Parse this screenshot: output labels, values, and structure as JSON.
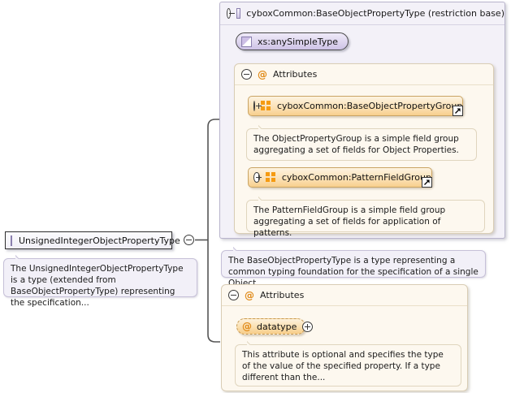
{
  "diagram": {
    "type": "xsd-schema-diagram",
    "root_node": {
      "label": "UnsignedIntegerObjectPropertyType",
      "icon": "complex-type-icon",
      "toggle": "collapse-minus-icon",
      "documentation": "The UnsignedIntegerObjectPropertyType is a type (extended from BaseObjectPropertyType) representing the specification..."
    },
    "restriction_base": {
      "title": "cyboxCommon:BaseObjectPropertyType (restriction base)",
      "toggle": "collapse-minus-icon",
      "icon": "complex-type-icon",
      "simple_type": {
        "label": "xs:anySimpleType",
        "icon": "simple-type-icon"
      },
      "attributes_section": {
        "label": "Attributes",
        "toggle": "collapse-minus-icon",
        "icon": "at-sign-icon",
        "groups": [
          {
            "label": "cyboxCommon:BaseObjectPropertyGroup",
            "toggle": "expand-plus-icon",
            "icon": "attribute-group-icon",
            "link": "external-link-icon",
            "documentation": "The ObjectPropertyGroup is a simple field group aggregating a set of fields for Object Properties."
          },
          {
            "label": "cyboxCommon:PatternFieldGroup",
            "toggle": "expand-plus-icon",
            "icon": "attribute-group-icon",
            "link": "external-link-icon",
            "documentation": "The PatternFieldGroup is a simple field group aggregating a set of fields for application of patterns."
          }
        ]
      },
      "documentation": "The BaseObjectPropertyType is a type representing a common typing foundation for the specification of a single Object..."
    },
    "local_attributes": {
      "label": "Attributes",
      "toggle": "collapse-minus-icon",
      "icon": "at-sign-icon",
      "attribute": {
        "label": "datatype",
        "icon": "at-sign-icon",
        "toggle": "expand-plus-icon",
        "documentation": "This attribute is optional and specifies the type of the value of the specified property. If a type different than the..."
      }
    },
    "colors": {
      "complex_type_fill": "#f3f1f8",
      "complex_type_border": "#b9b4cc",
      "attribute_panel_fill": "#fdf8ef",
      "attribute_panel_border": "#d9cdb5",
      "group_box_fill": "#fbe2b8",
      "group_box_border": "#c9a464",
      "at_sign_color": "#e08a18",
      "connector_color": "#555555",
      "canvas_background": "#ffffff"
    }
  }
}
